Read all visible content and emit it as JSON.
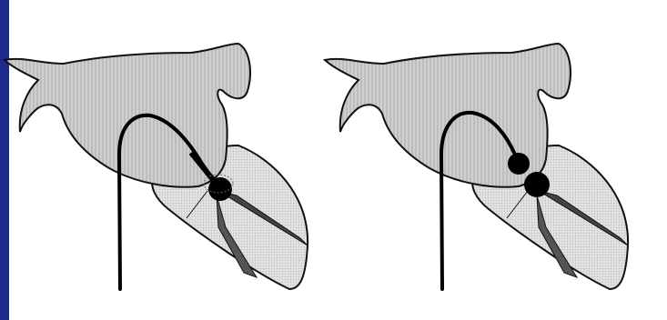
{
  "colors": {
    "frame": "#1c2a8a",
    "paper": "#ffffff",
    "atrium_fill": "#c9c9c9",
    "leaflet_fill": "#d9d9d9",
    "outline": "#111111",
    "device": "#000000"
  },
  "figures": [
    {
      "id": "panel-left",
      "balloon_count": 1
    },
    {
      "id": "panel-right",
      "balloon_count": 2
    }
  ]
}
